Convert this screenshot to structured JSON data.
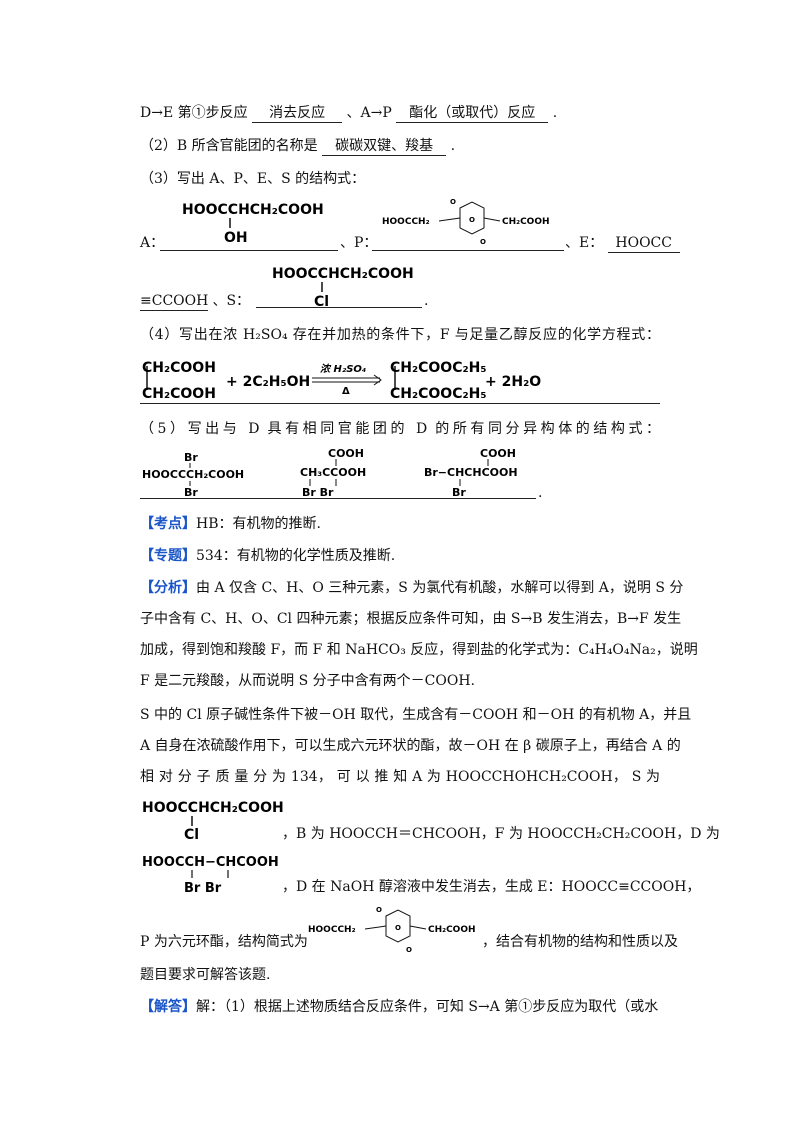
{
  "q1": {
    "prefix": "D→E 第①步反应",
    "ans1": "消去反应",
    "mid": "、A→P",
    "ans2": "酯化（或取代）反应",
    "end": "."
  },
  "q2": {
    "text": "（2）B 所含官能团的名称是",
    "ans": "碳碳双键、羧基",
    "end": "."
  },
  "q3": {
    "text": "（3）写出 A、P、E、S 的结构式：",
    "label_a": "A：",
    "a_line1": "HOOCCHCH₂COOH",
    "a_sub": "OH",
    "label_p": "、P：",
    "p_left": "HOOCCH₂",
    "p_right": "CH₂COOH",
    "label_e": "、E：",
    "e_part1": "HOOCC",
    "e_part2": "≡CCOOH",
    "label_s": "、S：",
    "s_line1": "HOOCCHCH₂COOH",
    "s_sub": "Cl",
    "end": "."
  },
  "q4": {
    "text": "（4）写出在浓 H₂SO₄ 存在并加热的条件下，F 与足量乙醇反应的化学方程式：",
    "reactant_top": "CH₂COOH",
    "reactant_bot": "CH₂COOH",
    "plus_ethanol": "+ 2C₂H₅OH",
    "condition_top": "浓 H₂SO₄",
    "condition_bot": "Δ",
    "product_top": "CH₂COOC₂H₅",
    "product_bot": "CH₂COOC₂H₅",
    "plus_water": "+ 2H₂O"
  },
  "q5": {
    "text": "（5）写出与 D 具有相同官能团的 D 的所有同分异构体的结构式：",
    "iso1_top": "Br",
    "iso1_mid": "HOOCCCH₂COOH",
    "iso1_bot": "Br",
    "iso2_top": "COOH",
    "iso2_mid": "CH₃CCOOH",
    "iso2_bot": "Br  Br",
    "iso3_top": "COOH",
    "iso3_mid": "Br−CHCHCOOH",
    "iso3_bot": "Br",
    "end": "."
  },
  "kaodian": {
    "tag": "【考点】",
    "text": "HB：有机物的推断."
  },
  "zhuanti": {
    "tag": "【专题】",
    "text": "534：有机物的化学性质及推断."
  },
  "fenxi": {
    "tag": "【分析】",
    "l1": "由 A 仅含 C、H、O 三种元素，S 为氯代有机酸，水解可以得到 A，说明 S 分",
    "l2": "子中含有 C、H、O、Cl 四种元素；根据反应条件可知，由 S→B 发生消去，B→F 发生",
    "l3": "加成，得到饱和羧酸 F，而 F 和 NaHCO₃ 反应，得到盐的化学式为：C₄H₄O₄Na₂，说明",
    "l4": "F 是二元羧酸，从而说明 S 分子中含有两个－COOH.",
    "l5": "S 中的 Cl 原子碱性条件下被－OH 取代，生成含有－COOH 和－OH 的有机物 A，并且",
    "l6": "A 自身在浓硫酸作用下，可以生成六元环状的酯，故－OH 在 β 碳原子上，再结合 A 的",
    "l7": "相 对 分 子 质 量 分 为 134， 可 以 推 知 A 为 HOOCCHOHCH₂COOH， S 为",
    "s_struct_top": "HOOCCHCH₂COOH",
    "s_struct_sub": "Cl",
    "l8": "，B 为 HOOCCH＝CHCOOH，F 为 HOOCCH₂CH₂COOH，D 为",
    "d_struct_top": "HOOCCH−CHCOOH",
    "d_struct_sub": "Br    Br",
    "l9": "，D 在 NaOH 醇溶液中发生消去，生成 E：HOOCC≡CCOOH，",
    "l10a": "P 为六元环酯，结构简式为",
    "ring_left": "HOOCCH₂",
    "ring_right": "CH₂COOH",
    "l10b": "，结合有机物的结构和性质以及",
    "l11": "题目要求可解答该题."
  },
  "jieda": {
    "tag": "【解答】",
    "text": "解：（1）根据上述物质结合反应条件，可知 S→A 第①步反应为取代（或水"
  }
}
